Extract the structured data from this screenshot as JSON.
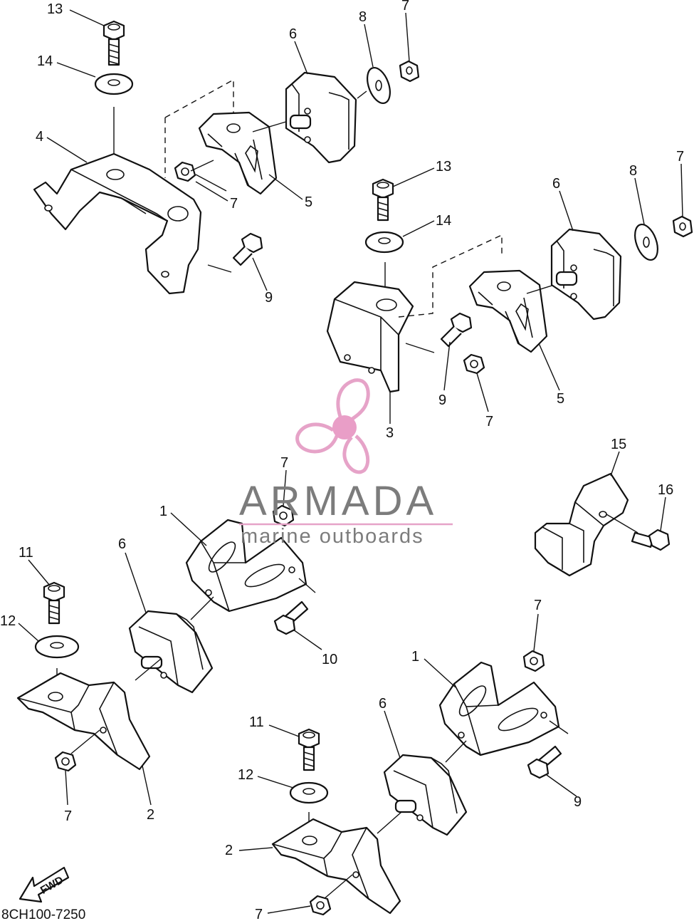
{
  "diagram_code": "8CH100-7250",
  "fwd_label": "FWD",
  "watermark": {
    "brand": "ARMADA",
    "tagline": "marine outboards",
    "colors": {
      "propeller": "#e6a3c8",
      "hub": "#e99ec7",
      "text": "#7c7c7c"
    }
  },
  "callouts": {
    "c13a": "13",
    "c14a": "14",
    "c4": "4",
    "c6a": "6",
    "c8a": "8",
    "c7a": "7",
    "c7b": "7",
    "c5a": "5",
    "c9a": "9",
    "c13b": "13",
    "c14b": "14",
    "c6b": "6",
    "c8b": "8",
    "c7c": "7",
    "c9b": "9",
    "c7d": "7",
    "c5b": "5",
    "c3": "3",
    "c15": "15",
    "c16": "16",
    "c7e": "7",
    "c1a": "1",
    "c6c": "6",
    "c11a": "11",
    "c12a": "12",
    "c10": "10",
    "c7f": "7",
    "c2a": "2",
    "c7g": "7",
    "c1b": "1",
    "c6d": "6",
    "c11b": "11",
    "c12b": "12",
    "c9c": "9",
    "c2b": "2",
    "c7h": "7"
  }
}
